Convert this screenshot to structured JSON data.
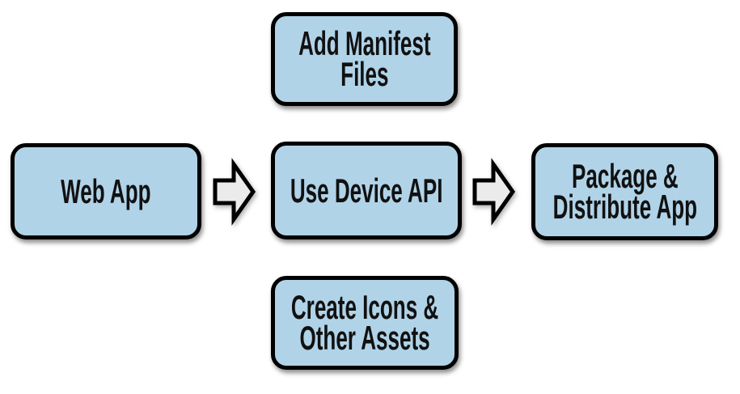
{
  "diagram": {
    "type": "flowchart",
    "background": "#ffffff",
    "colors": {
      "node_fill": "#b0d3e8",
      "node_border": "#000000",
      "arrow_fill": "#ebebeb",
      "arrow_border": "#000000",
      "text": "#111111"
    },
    "nodes": {
      "web_app": {
        "line1": "Web App"
      },
      "add_manifest_files": {
        "line1": "Add Manifest",
        "line2": "Files"
      },
      "use_device_api": {
        "line1": "Use Device API"
      },
      "package_distribute_app": {
        "line1": "Package &",
        "line2": "Distribute App"
      },
      "create_icons_other_assets": {
        "line1": "Create Icons &",
        "line2": "Other Assets"
      }
    },
    "arrows": [
      {
        "from": "web_app",
        "to": "use_device_api",
        "direction": "right"
      },
      {
        "from": "use_device_api",
        "to": "package_distribute_app",
        "direction": "right"
      }
    ]
  }
}
